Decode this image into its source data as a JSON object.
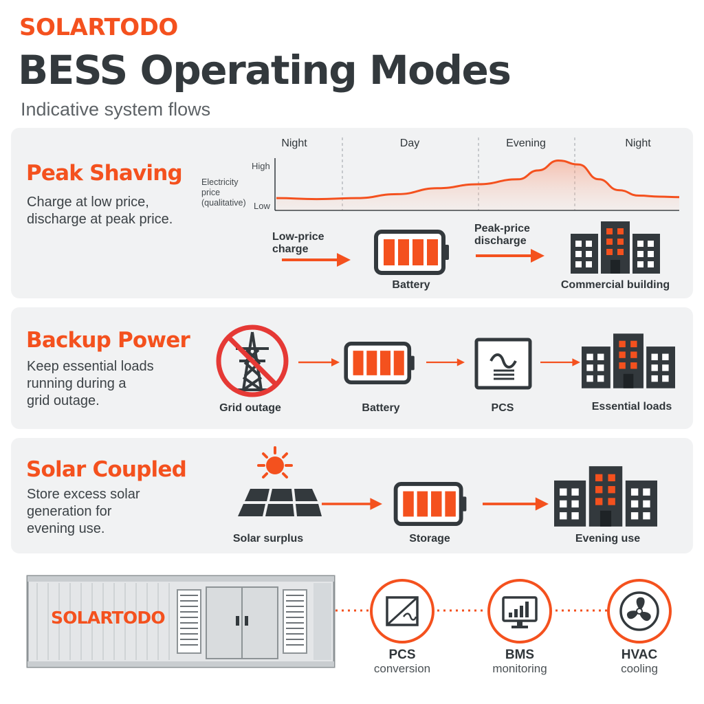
{
  "header": {
    "brand": "SOLARTODO",
    "title": "BESS Operating Modes",
    "subtitle": "Indicative system flows"
  },
  "colors": {
    "accent": "#f4511e",
    "dark": "#33393d",
    "panel": "#f1f2f3",
    "alert": "#e53935"
  },
  "peak_shaving": {
    "title": "Peak Shaving",
    "description": "Charge at low price,\ndischarge at peak price.",
    "chart_data": {
      "type": "area",
      "categories": [
        "Night",
        "Day",
        "Evening",
        "Night"
      ],
      "ylabel": "Electricity\nprice\n(qualitative)",
      "yticks": [
        "High",
        "Low"
      ],
      "description_values": "qualitative price level 0 (Low) to 1 (High)",
      "x": [
        0,
        0.1,
        0.2,
        0.3,
        0.4,
        0.5,
        0.6,
        0.65,
        0.7,
        0.75,
        0.8,
        0.85,
        0.9,
        0.95,
        1.0
      ],
      "y": [
        0.22,
        0.2,
        0.22,
        0.3,
        0.42,
        0.5,
        0.6,
        0.78,
        0.98,
        0.9,
        0.6,
        0.38,
        0.27,
        0.25,
        0.24
      ]
    },
    "flow": {
      "charge_label": "Low-price\ncharge",
      "battery_label": "Battery",
      "discharge_label": "Peak-price\ndischarge",
      "target_label": "Commercial building"
    },
    "icons": [
      "arrow-right-icon",
      "battery-icon",
      "building-icon"
    ]
  },
  "backup_power": {
    "title": "Backup Power",
    "description": "Keep essential loads\nrunning during a\ngrid outage.",
    "steps": [
      "Grid outage",
      "Battery",
      "PCS",
      "Essential loads"
    ],
    "icons": [
      "grid-outage-icon",
      "battery-icon",
      "pcs-icon",
      "building-icon"
    ]
  },
  "solar_coupled": {
    "title": "Solar Coupled",
    "description": "Store excess solar\ngeneration for\nevening use.",
    "steps": [
      "Solar surplus",
      "Storage",
      "Evening use"
    ],
    "icons": [
      "solar-panel-icon",
      "battery-icon",
      "building-icon"
    ]
  },
  "container": {
    "brand": "SOLARTODO",
    "components": [
      {
        "title": "PCS",
        "subtitle": "conversion",
        "icon": "pcs-icon"
      },
      {
        "title": "BMS",
        "subtitle": "monitoring",
        "icon": "monitor-icon"
      },
      {
        "title": "HVAC",
        "subtitle": "cooling",
        "icon": "fan-icon"
      }
    ]
  }
}
